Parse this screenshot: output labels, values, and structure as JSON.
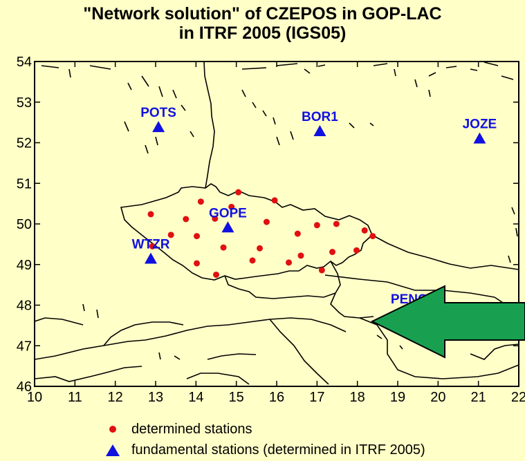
{
  "title": {
    "line1": "\"Network solution\" of CZEPOS in GOP-LAC",
    "line2": "in ITRF 2005 (IGS05)"
  },
  "map": {
    "lon_range": [
      10,
      22
    ],
    "lat_range": [
      46,
      54
    ],
    "x_ticks": [
      "10",
      "11",
      "12",
      "13",
      "14",
      "15",
      "16",
      "17",
      "18",
      "19",
      "20",
      "21",
      "22"
    ],
    "y_ticks": [
      "46",
      "47",
      "48",
      "49",
      "50",
      "51",
      "52",
      "53",
      "54"
    ],
    "fundamental_stations": [
      {
        "name": "POTS",
        "lon": 13.07,
        "lat": 52.38
      },
      {
        "name": "BOR1",
        "lon": 17.07,
        "lat": 52.28
      },
      {
        "name": "JOZE",
        "lon": 21.03,
        "lat": 52.1
      },
      {
        "name": "GOPE",
        "lon": 14.79,
        "lat": 49.91
      },
      {
        "name": "WTZR",
        "lon": 12.88,
        "lat": 49.14
      },
      {
        "name": "PENC",
        "lon": 19.28,
        "lat": 47.79
      }
    ],
    "determined_stations": [
      {
        "lon": 12.88,
        "lat": 50.24
      },
      {
        "lon": 13.75,
        "lat": 50.12
      },
      {
        "lon": 14.12,
        "lat": 50.55
      },
      {
        "lon": 14.47,
        "lat": 50.13
      },
      {
        "lon": 14.88,
        "lat": 50.42
      },
      {
        "lon": 15.05,
        "lat": 50.78
      },
      {
        "lon": 15.95,
        "lat": 50.58
      },
      {
        "lon": 15.75,
        "lat": 50.05
      },
      {
        "lon": 16.52,
        "lat": 49.76
      },
      {
        "lon": 17.0,
        "lat": 49.97
      },
      {
        "lon": 17.48,
        "lat": 50.0
      },
      {
        "lon": 18.18,
        "lat": 49.84
      },
      {
        "lon": 18.38,
        "lat": 49.7
      },
      {
        "lon": 17.98,
        "lat": 49.35
      },
      {
        "lon": 17.38,
        "lat": 49.31
      },
      {
        "lon": 16.6,
        "lat": 49.22
      },
      {
        "lon": 16.3,
        "lat": 49.05
      },
      {
        "lon": 17.12,
        "lat": 48.86
      },
      {
        "lon": 15.58,
        "lat": 49.4
      },
      {
        "lon": 15.4,
        "lat": 49.1
      },
      {
        "lon": 14.68,
        "lat": 49.42
      },
      {
        "lon": 14.02,
        "lat": 49.7
      },
      {
        "lon": 13.38,
        "lat": 49.73
      },
      {
        "lon": 12.92,
        "lat": 49.45
      },
      {
        "lon": 14.02,
        "lat": 49.03
      },
      {
        "lon": 14.5,
        "lat": 48.75
      }
    ]
  },
  "legend": {
    "determined": "determined stations",
    "fundamental": "fundamental stations (determined in ITRF 2005)"
  },
  "colors": {
    "background": "#FFFFC8",
    "station_blue": "#1010E0",
    "dot_red": "#E01010",
    "arrow_green": "#18A050"
  },
  "icons": {
    "arrow": "left-arrow-icon"
  }
}
